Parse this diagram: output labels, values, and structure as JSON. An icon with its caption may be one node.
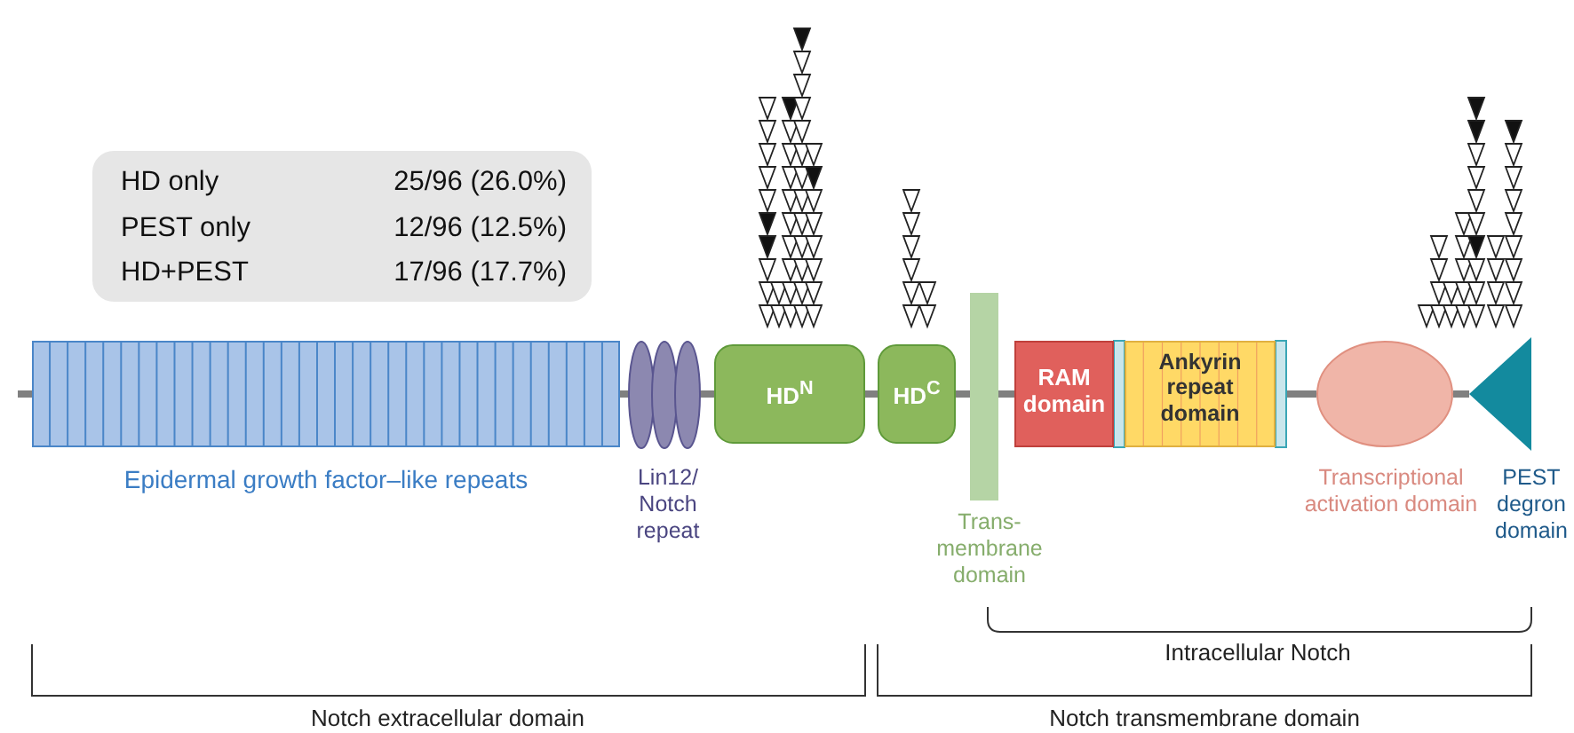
{
  "diagram": {
    "nodes": [
      {
        "text": [
          "HD only",
          "25/96 (26.0%)",
          "PEST only",
          "12/96 (12.5%)",
          "HD+PEST",
          "17/96 (17.7%)"
        ]
      },
      {
        "text": [],
        "shape": "box",
        "beside": [
          "Epidermal growth factor–like repeats"
        ]
      },
      {
        "text": [],
        "shape": "ellipse",
        "beside": [
          "Lin12/ Notch repeat"
        ]
      },
      {
        "text": [
          "HD$^{N}$"
        ]
      },
      {
        "text": [
          "HD$^{C}$"
        ]
      },
      {
        "text": [],
        "shape": "bar",
        "beside": [
          "Trans- membrane domain"
        ]
      },
      {
        "text": [
          "RAM domain"
        ]
      },
      {
        "text": [
          "Ankyrin repeat domain"
        ]
      },
      {
        "text": [],
        "shape": "ellipse",
        "beside": [
          "Transcriptional activation domain"
        ]
      },
      {
        "text": [],
        "shape": "triangle",
        "beside": [
          "PEST degron domain"
        ]
      }
    ],
    "edges": [
      {
        "from": null,
        "to": 1,
        "arrow": "none"
      },
      {
        "from": 1,
        "to": 2,
        "arrow": "none"
      },
      {
        "from": 2,
        "to": 3,
        "arrow": "none"
      },
      {
        "from": 3,
        "to": 4,
        "arrow": "none"
      },
      {
        "from": 4,
        "to": 5,
        "arrow": "none"
      },
      {
        "from": 5,
        "to": 6,
        "arrow": "none"
      },
      {
        "from": 7,
        "to": 8,
        "arrow": "none"
      },
      {
        "from": 8,
        "to": 9,
        "arrow": "none"
      }
    ],
    "labels": [
      "Intracellular Notch",
      "Notch extracellular domain",
      "Notch transmembrane domain"
    ]
  }
}
